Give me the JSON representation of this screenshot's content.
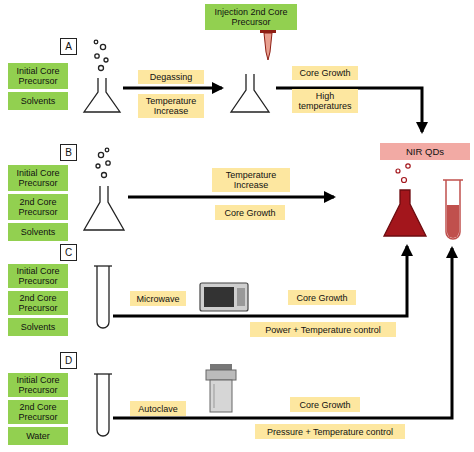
{
  "diagram": {
    "nodes": [
      {
        "text": [
          "Injection 2nd Core Precursor"
        ]
      },
      {
        "text": [
          "A"
        ]
      },
      {
        "text": [
          "Initial Core Precursor"
        ]
      },
      {
        "text": [
          "Solvents"
        ]
      },
      {
        "text": [
          "Degassing"
        ]
      },
      {
        "text": [
          "Temperature Increase"
        ]
      },
      {
        "text": [
          "Core Growth"
        ]
      },
      {
        "text": [
          "High temperatures"
        ]
      },
      {
        "text": [
          "NIR QDs"
        ]
      },
      {
        "text": [
          "B"
        ]
      },
      {
        "text": [
          "Initial Core Precursor"
        ]
      },
      {
        "text": [
          "2nd Core Precursor"
        ]
      },
      {
        "text": [
          "Solvents"
        ]
      },
      {
        "text": [
          "Temperature Increase"
        ]
      },
      {
        "text": [
          "Core Growth"
        ]
      },
      {
        "text": [
          "C"
        ]
      },
      {
        "text": [
          "Initial Core Precursor"
        ]
      },
      {
        "text": [
          "2nd Core Precursor"
        ]
      },
      {
        "text": [
          "Solvents"
        ]
      },
      {
        "text": [
          "Microwave"
        ]
      },
      {
        "text": [
          "Core Growth"
        ]
      },
      {
        "text": [
          "Power + Temperature control"
        ]
      },
      {
        "text": [
          "D"
        ]
      },
      {
        "text": [
          "Initial Core Precursor"
        ]
      },
      {
        "text": [
          "2nd Core Precursor"
        ]
      },
      {
        "text": [
          "Water"
        ]
      },
      {
        "text": [
          "Autoclave"
        ]
      },
      {
        "text": [
          "Core Growth"
        ]
      },
      {
        "text": [
          "Pressure + Temperature control"
        ]
      }
    ]
  }
}
